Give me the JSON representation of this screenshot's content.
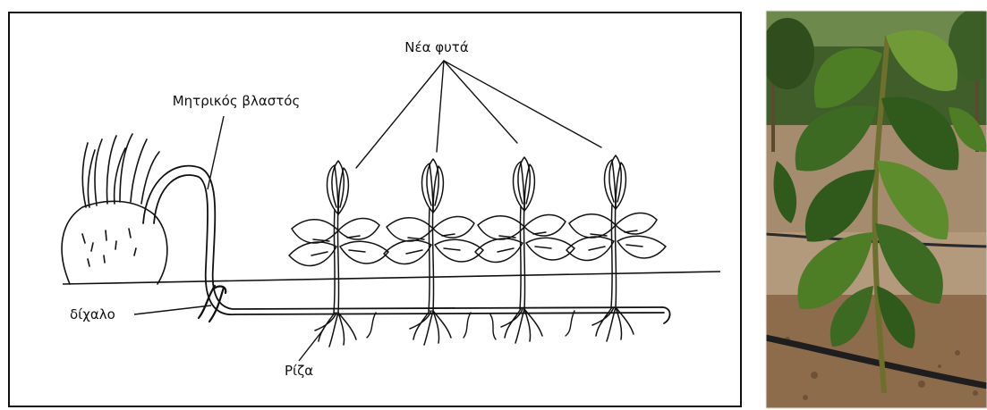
{
  "diagram": {
    "labels": {
      "new_plants": "Νέα φυτά",
      "mother_shoot": "Μητρικός βλαστός",
      "fork": "δίχαλο",
      "root": "Ρίζα"
    },
    "new_plant_count": 4
  },
  "photo": {
    "subject": "young tree with large green leaves",
    "colors": {
      "sky": "#b9c7a6",
      "background_foliage": "#3f5e2a",
      "leaf_dark": "#2f5a1c",
      "leaf_light": "#6f9a35",
      "ground": "#b39a7c",
      "mulch": "#8d6c4c",
      "hose": "#1e1e1e"
    }
  }
}
